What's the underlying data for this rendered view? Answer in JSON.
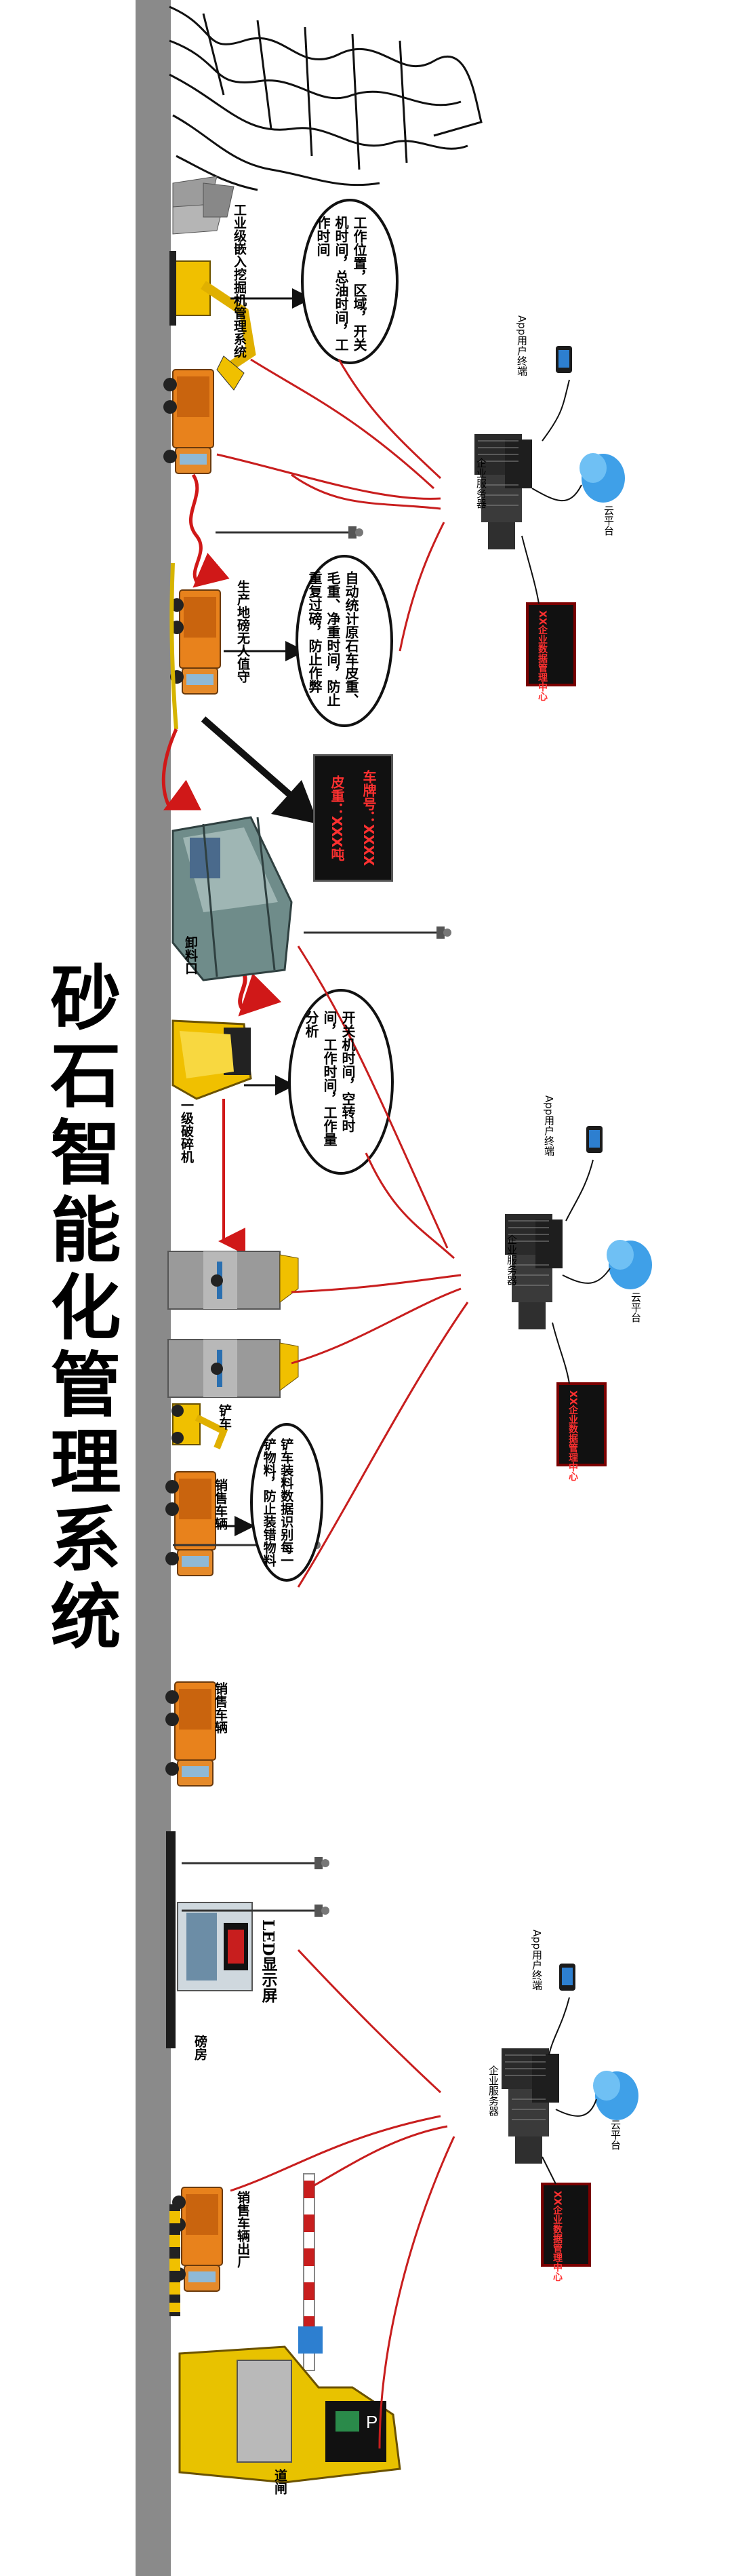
{
  "title": "砂石智能化管理系统",
  "road_labels": {
    "mining": "工业级嵌入挖掘机管理系统",
    "workshop": "生产地磅无人值守",
    "unload_gate": "卸料口",
    "crusher": "一级破碎机",
    "loader": "铲车",
    "sales_truck_1": "销售车辆",
    "sales_truck_2": "销售车辆",
    "led_screen": "LED显示屏",
    "scale": "磅房",
    "truck_exit": "销售车辆出厂",
    "barrier": "道闸"
  },
  "bubbles": {
    "excavator": "工作位置，区域，开关机时间，总油时间，工作时间",
    "weighbridge": "自动统计原石车皮重、毛重、净重时间，防止重复过磅，防止作弊",
    "crusher": "开关机时间，空转时间，工作时间，工作量分析",
    "loader": "铲车装料数据识别每一铲物料，防止装错物料"
  },
  "display_panel": {
    "line1": "车牌号：XXXX",
    "line2": "皮重：XXX吨"
  },
  "servers": [
    {
      "app": "App用户终端",
      "server": "企业服务器",
      "cloud": "云平台",
      "center": "XX企业数据管理中心"
    },
    {
      "app": "App用户终端",
      "server": "企业服务器",
      "cloud": "云平台",
      "center": "XX企业数据管理中心"
    },
    {
      "app": "App用户终端",
      "server": "企业服务器",
      "cloud": "云平台",
      "center": "XX企业数据管理中心"
    }
  ],
  "colors": {
    "road": "#8a8a8a",
    "truck": "#e8821c",
    "machine_yellow": "#f0c000",
    "link_red": "#c81e1e",
    "panel_text": "#ff3030",
    "cloud": "#3fa0e8"
  },
  "icons": [
    "mountain-icon",
    "excavator-icon",
    "dump-truck-icon",
    "loader-icon",
    "crusher-icon",
    "silo-icon",
    "camera-pole-icon",
    "server-rack-icon",
    "phone-icon",
    "cloud-icon",
    "monitor-icon",
    "led-board-icon",
    "barrier-gate-icon",
    "barrier-terminal-icon"
  ]
}
